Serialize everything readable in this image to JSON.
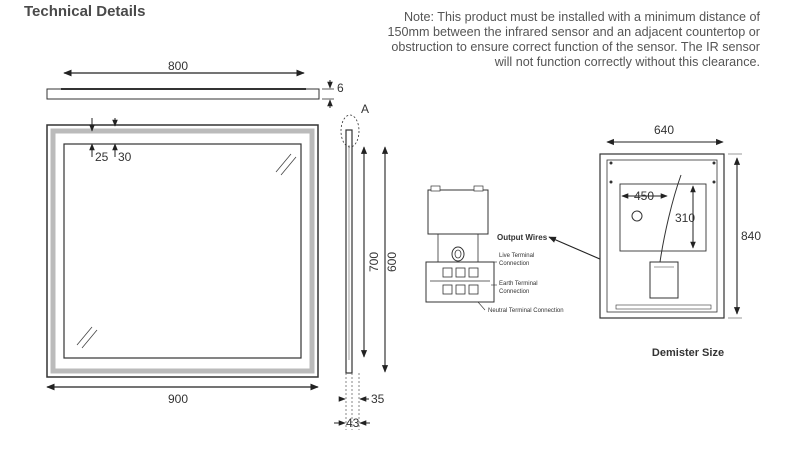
{
  "header": {
    "title": "Technical Details"
  },
  "note": {
    "lines": [
      "Note: This product must be installed with a minimum distance of",
      "150mm between the infrared sensor and an adjacent countertop or",
      "obstruction to ensure correct function of the sensor. The IR sensor",
      "will not function correctly without this clearance."
    ]
  },
  "front_view": {
    "top_width": "800",
    "bar_thickness": "6",
    "inset_a": "25",
    "inset_b": "30",
    "overall_width": "900"
  },
  "side_view": {
    "callout": "A",
    "height_outer": "700",
    "height_inner": "600",
    "depth_a": "35",
    "depth_b": "43"
  },
  "wiring": {
    "output_wires": "Output Wires",
    "live_terminal": [
      "Live Terminal",
      "Connection"
    ],
    "earth_terminal": [
      "Earth Terminal",
      "Connection"
    ],
    "neutral_terminal": "Neutral Terminal Connection"
  },
  "rear_view": {
    "width": "640",
    "height": "840",
    "demister_width": "450",
    "demister_height": "310",
    "caption": "Demister Size"
  }
}
